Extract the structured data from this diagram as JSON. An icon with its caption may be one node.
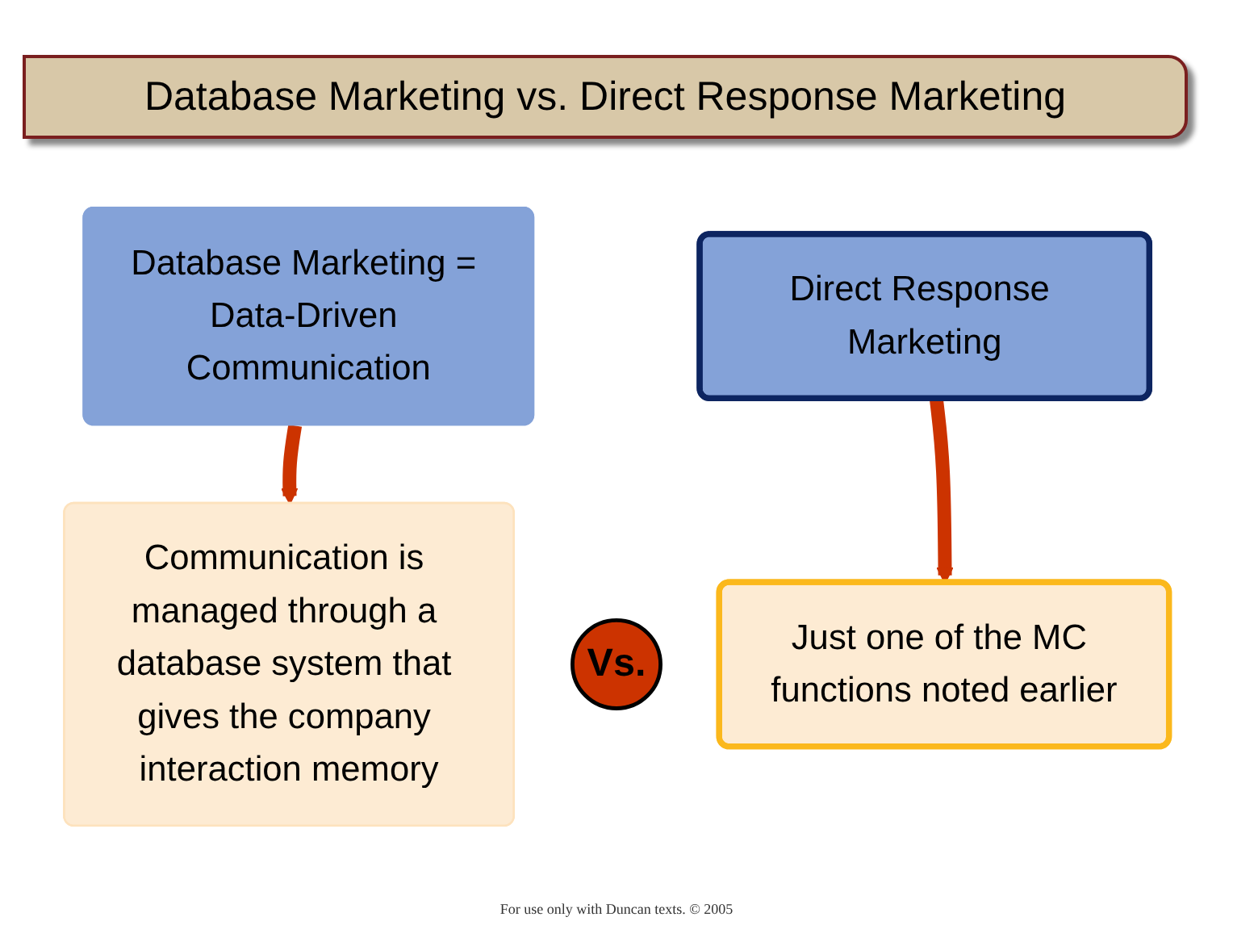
{
  "diagram": {
    "title": "Database Marketing vs. Direct Response Marketing",
    "nodes": [
      {
        "text": [
          "Database Marketing = Data-Driven Communication"
        ]
      },
      {
        "text": [
          "Direct Response Marketing"
        ]
      },
      {
        "text": [
          "Communication is managed through a database system that gives the company interaction memory"
        ]
      },
      {
        "text": [
          "Vs."
        ]
      },
      {
        "text": [
          "Just one of the MC functions noted earlier"
        ]
      }
    ],
    "edges": [
      {
        "from": 0,
        "to": 2,
        "arrow": "to",
        "color": "#cc3300"
      },
      {
        "from": 1,
        "to": 4,
        "arrow": "to",
        "color": "#cc3300"
      }
    ],
    "labels": [
      "For use only with Duncan texts. © 2005"
    ]
  }
}
